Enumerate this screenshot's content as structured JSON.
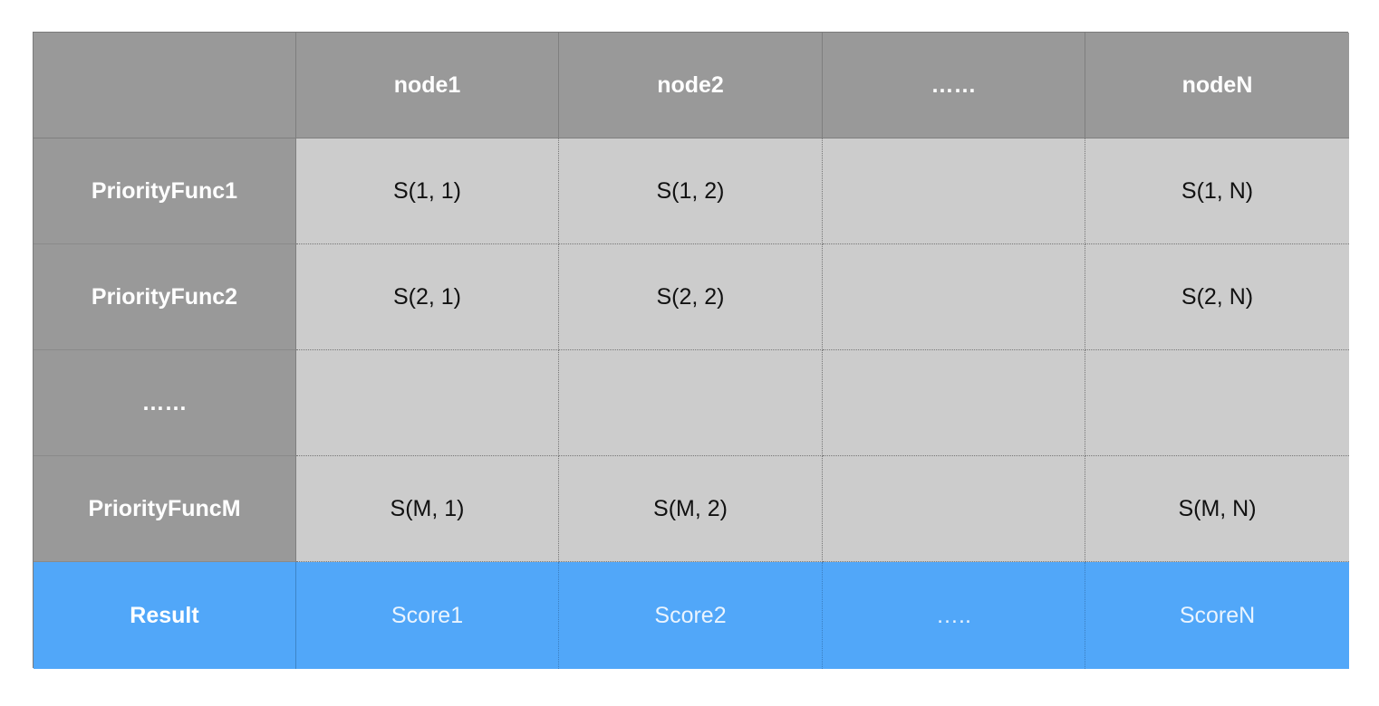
{
  "table": {
    "corner": "",
    "columns": [
      "node1",
      "node2",
      "……",
      "nodeN"
    ],
    "rows": [
      {
        "label": "PriorityFunc1",
        "cells": [
          "S(1, 1)",
          "S(1, 2)",
          "",
          "S(1, N)"
        ]
      },
      {
        "label": "PriorityFunc2",
        "cells": [
          "S(2, 1)",
          "S(2, 2)",
          "",
          "S(2, N)"
        ]
      },
      {
        "label": "……",
        "cells": [
          "",
          "",
          "",
          ""
        ]
      },
      {
        "label": "PriorityFuncM",
        "cells": [
          "S(M, 1)",
          "S(M, 2)",
          "",
          "S(M, N)"
        ]
      }
    ],
    "result": {
      "label": "Result",
      "cells": [
        "Score1",
        "Score2",
        "…..",
        "ScoreN"
      ]
    }
  },
  "colors": {
    "header_bg": "#999999",
    "body_bg": "#cccccc",
    "result_bg": "#51a7f9",
    "header_text": "#ffffff"
  }
}
